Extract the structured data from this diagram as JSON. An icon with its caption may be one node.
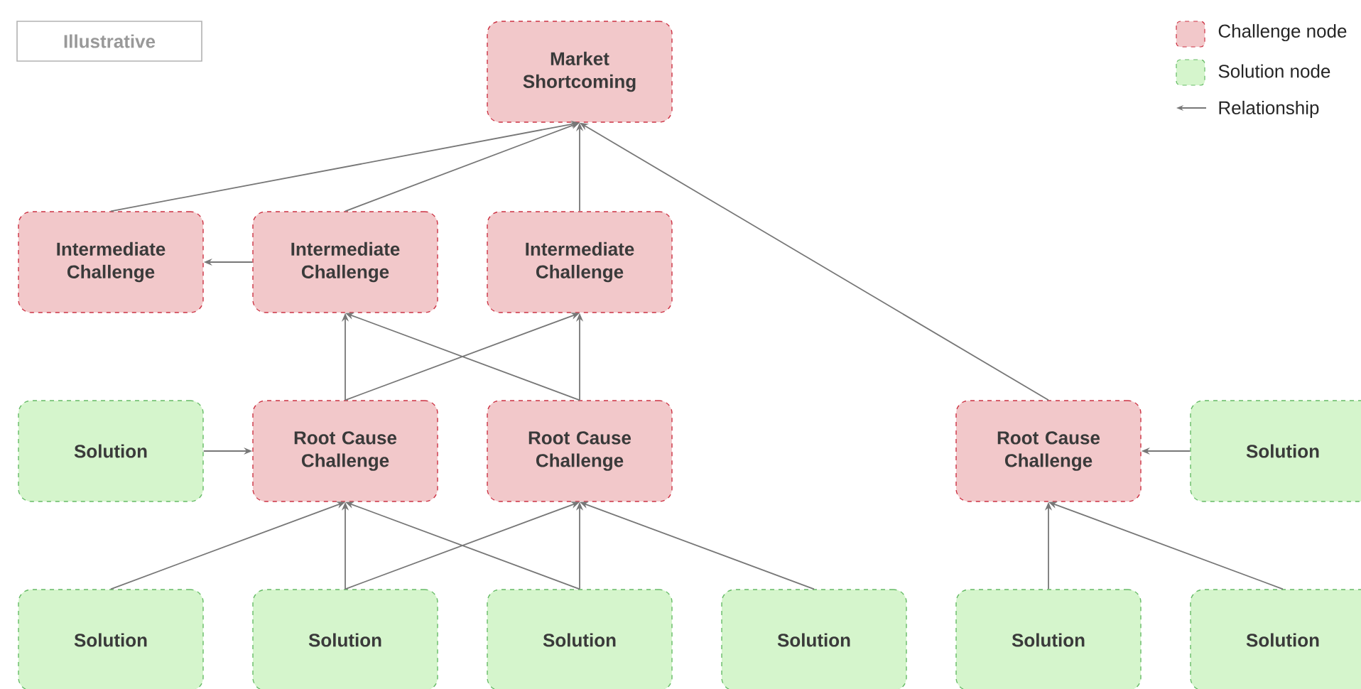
{
  "diagram": {
    "nodes": [
      {
        "text": [
          "Market Shortcoming"
        ]
      },
      {
        "text": [
          "Intermediate Challenge"
        ]
      },
      {
        "text": [
          "Intermediate Challenge"
        ]
      },
      {
        "text": [
          "Intermediate Challenge"
        ]
      },
      {
        "text": [
          "Solution"
        ]
      },
      {
        "text": [
          "Root Cause Challenge"
        ]
      },
      {
        "text": [
          "Root Cause Challenge"
        ]
      },
      {
        "text": [
          "Root Cause Challenge"
        ]
      },
      {
        "text": [
          "Solution"
        ]
      },
      {
        "text": [
          "Solution"
        ]
      },
      {
        "text": [
          "Solution"
        ]
      },
      {
        "text": [
          "Solution"
        ]
      },
      {
        "text": [
          "Solution"
        ]
      },
      {
        "text": [
          "Solution"
        ]
      },
      {
        "text": [
          "Solution"
        ]
      }
    ],
    "edges": [
      {
        "from": 1,
        "to": 0,
        "arrow": "to"
      },
      {
        "from": 2,
        "to": 0,
        "arrow": "to"
      },
      {
        "from": 3,
        "to": 0,
        "arrow": "to"
      },
      {
        "from": 7,
        "to": 0,
        "arrow": "to"
      },
      {
        "from": 2,
        "to": 1,
        "arrow": "to"
      },
      {
        "from": 5,
        "to": 2,
        "arrow": "to"
      },
      {
        "from": 5,
        "to": 3,
        "arrow": "to"
      },
      {
        "from": 6,
        "to": 2,
        "arrow": "to"
      },
      {
        "from": 6,
        "to": 3,
        "arrow": "to"
      },
      {
        "from": 4,
        "to": 5,
        "arrow": "to"
      },
      {
        "from": 8,
        "to": 7,
        "arrow": "to"
      },
      {
        "from": 9,
        "to": 5,
        "arrow": "to"
      },
      {
        "from": 10,
        "to": 5,
        "arrow": "to"
      },
      {
        "from": 10,
        "to": 6,
        "arrow": "to"
      },
      {
        "from": 11,
        "to": 5,
        "arrow": "to"
      },
      {
        "from": 11,
        "to": 6,
        "arrow": "to"
      },
      {
        "from": 12,
        "to": 6,
        "arrow": "to"
      },
      {
        "from": 13,
        "to": 7,
        "arrow": "to"
      },
      {
        "from": 14,
        "to": 7,
        "arrow": "to"
      }
    ],
    "labels": [
      "Illustrative"
    ],
    "legend": [
      {
        "text": "Challenge node",
        "color": "#f2c8ca"
      },
      {
        "text": "Solution node",
        "color": "#d5f5cc"
      },
      {
        "text": "Relationship"
      }
    ]
  }
}
